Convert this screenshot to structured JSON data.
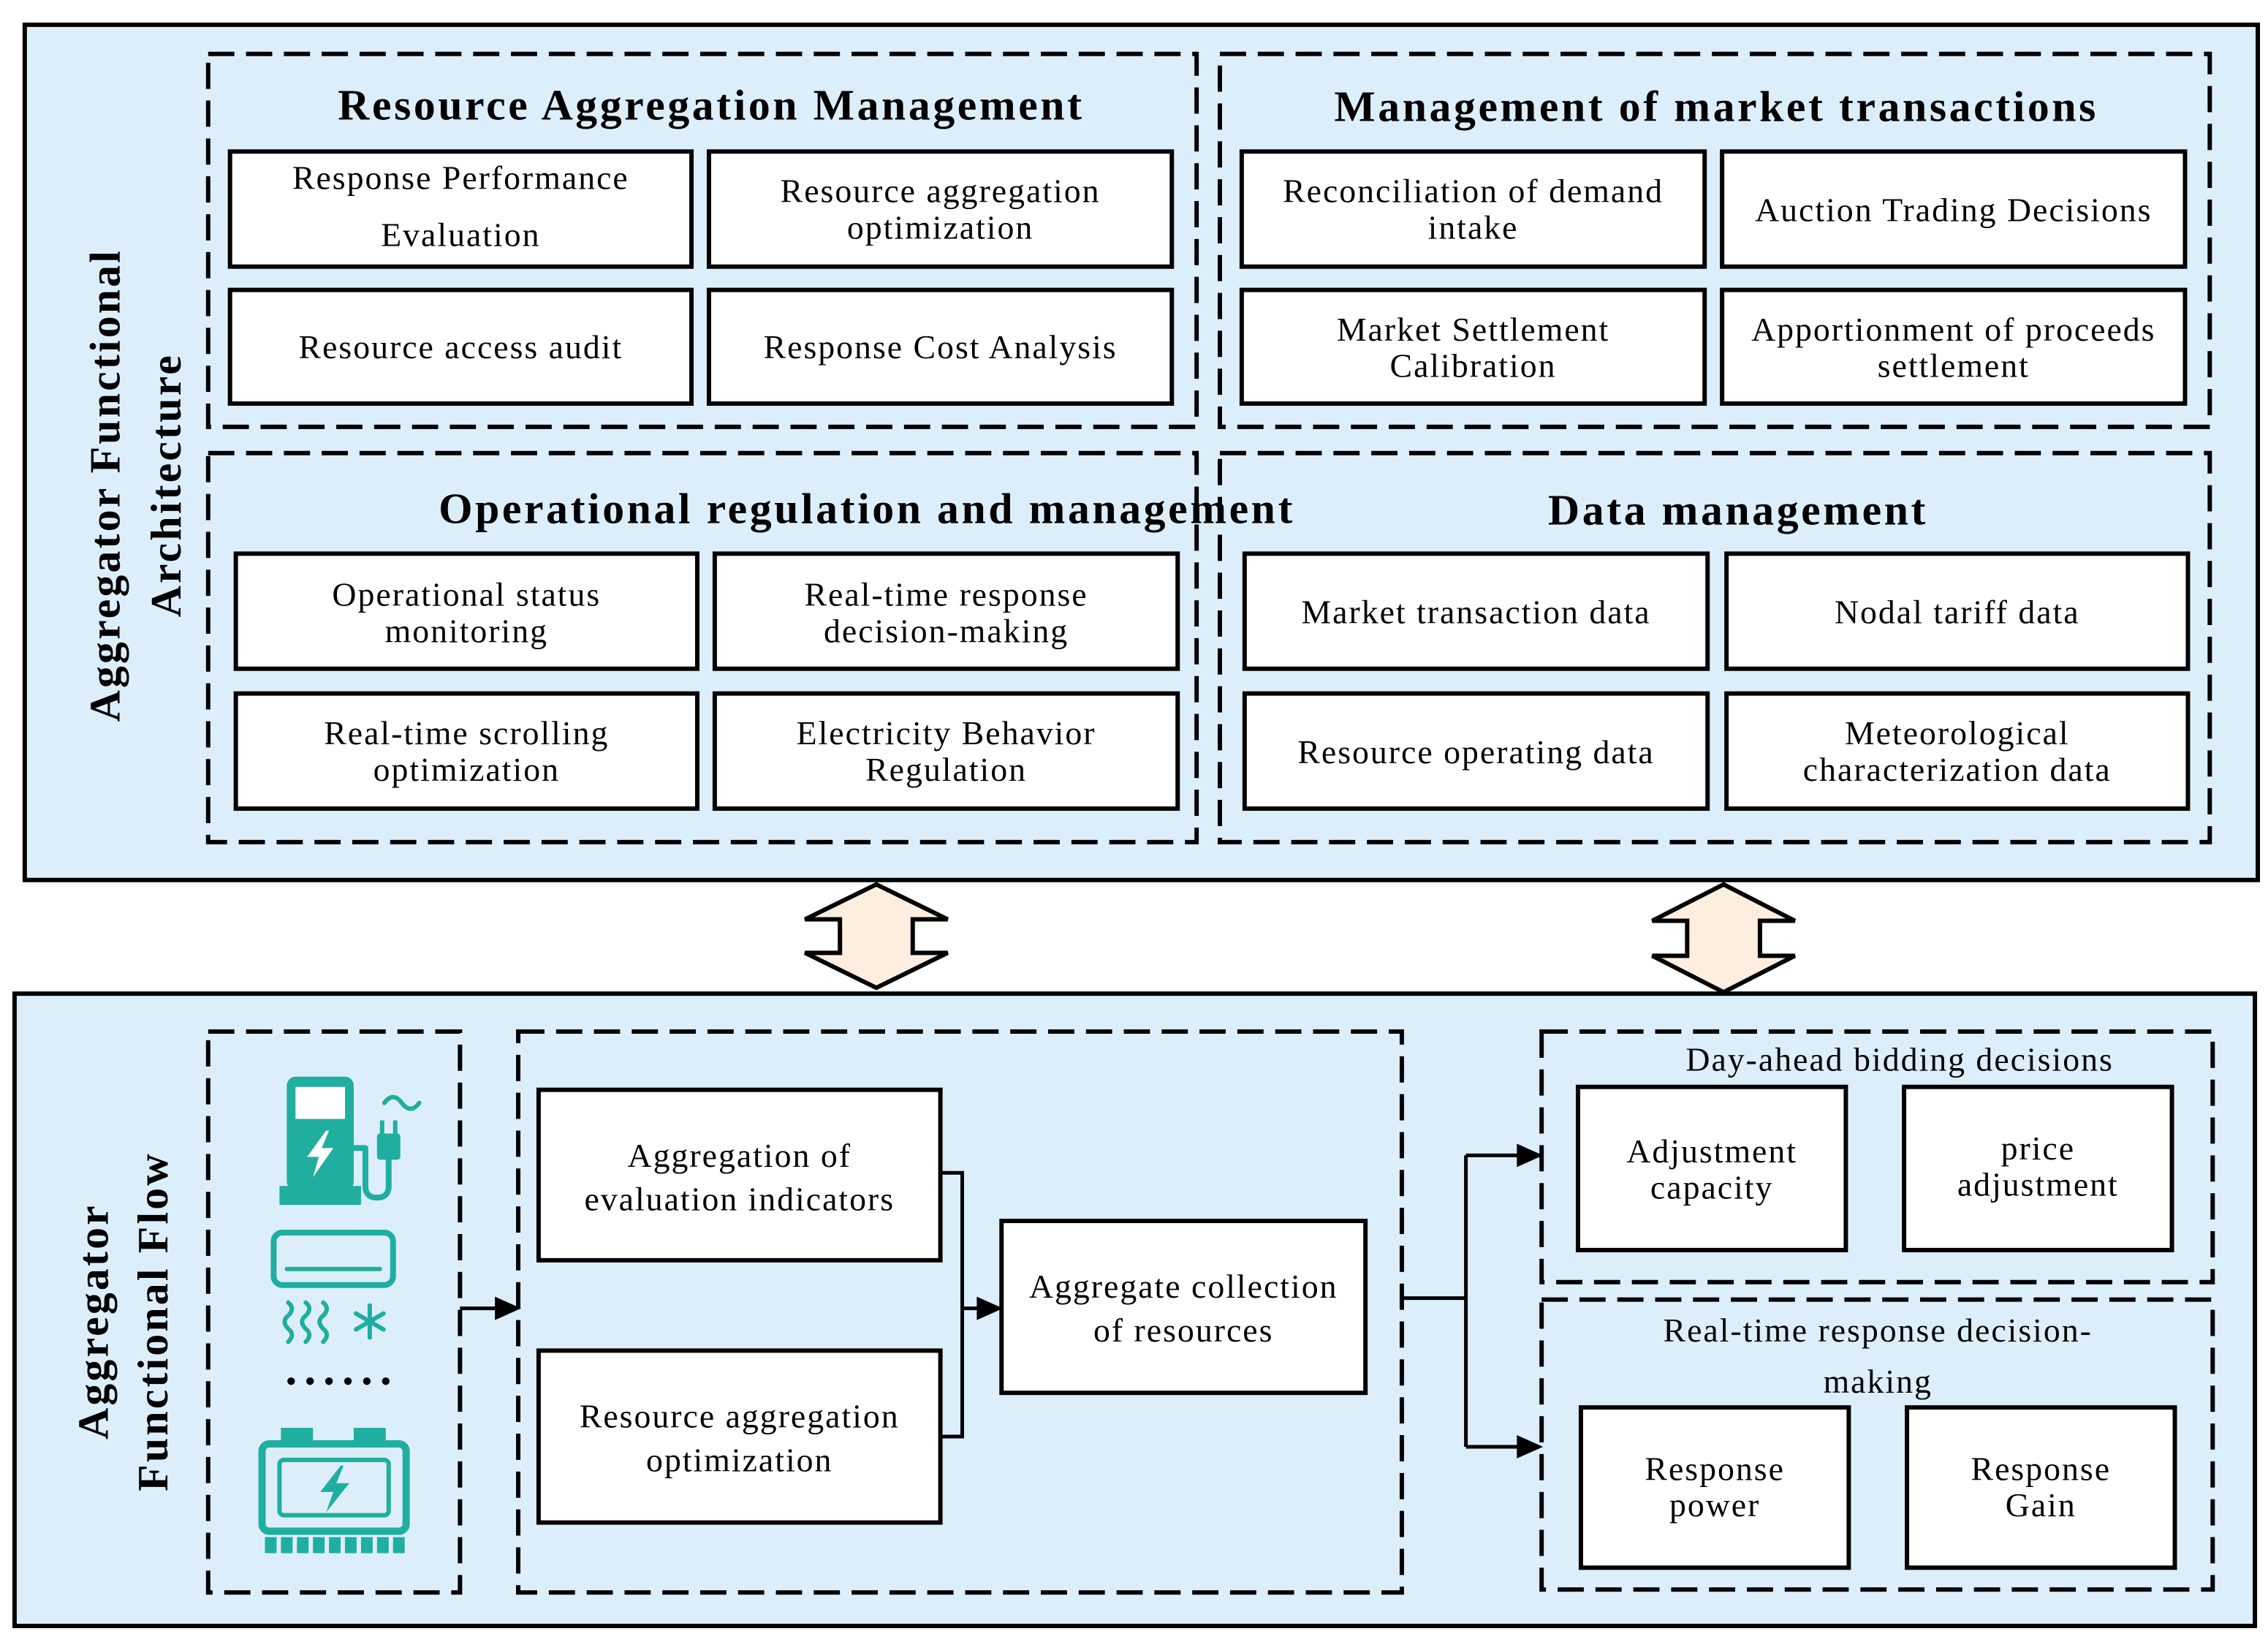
{
  "architecture": {
    "title_lines": [
      "Aggregator Functional",
      "Architecture"
    ],
    "modules": [
      {
        "title": "Resource Aggregation Management",
        "boxes": [
          {
            "lines": [
              "Response Performance",
              "Evaluation"
            ]
          },
          {
            "lines": [
              "Resource aggregation",
              "optimization"
            ]
          },
          {
            "lines": [
              "Resource access audit"
            ]
          },
          {
            "lines": [
              "Response Cost Analysis"
            ]
          }
        ]
      },
      {
        "title": "Management of market transactions",
        "boxes": [
          {
            "lines": [
              "Reconciliation of demand",
              "intake"
            ]
          },
          {
            "lines": [
              "Auction Trading Decisions"
            ]
          },
          {
            "lines": [
              "Market Settlement",
              "Calibration"
            ]
          },
          {
            "lines": [
              "Apportionment of proceeds",
              "settlement"
            ]
          }
        ]
      },
      {
        "title": "Operational regulation and management",
        "boxes": [
          {
            "lines": [
              "Operational status",
              "monitoring"
            ]
          },
          {
            "lines": [
              "Real-time response",
              "decision-making"
            ]
          },
          {
            "lines": [
              "Real-time scrolling",
              "optimization"
            ]
          },
          {
            "lines": [
              "Electricity Behavior",
              "Regulation"
            ]
          }
        ]
      },
      {
        "title": "Data management",
        "boxes": [
          {
            "lines": [
              "Market transaction data"
            ]
          },
          {
            "lines": [
              "Nodal tariff data"
            ]
          },
          {
            "lines": [
              "Resource operating data"
            ]
          },
          {
            "lines": [
              "Meteorological",
              "characterization data"
            ]
          }
        ]
      }
    ]
  },
  "flow": {
    "title_lines": [
      "Aggregator",
      "Functional Flow"
    ],
    "resource_icons": [
      "ev-charger-icon",
      "air-conditioner-icon",
      "battery-icon"
    ],
    "aggregation_boxes": [
      {
        "lines": [
          "Aggregation of",
          "evaluation indicators"
        ]
      },
      {
        "lines": [
          "Resource aggregation",
          "optimization"
        ]
      }
    ],
    "aggregate_collection": {
      "lines": [
        "Aggregate collection",
        "of resources"
      ]
    },
    "day_ahead": {
      "title": "Day-ahead bidding decisions",
      "boxes": [
        {
          "lines": [
            "Adjustment",
            "capacity"
          ]
        },
        {
          "lines": [
            "price",
            "adjustment"
          ]
        }
      ]
    },
    "real_time": {
      "title_lines": [
        "Real-time response decision-",
        "making"
      ],
      "boxes": [
        {
          "lines": [
            "Response",
            "power"
          ]
        },
        {
          "lines": [
            "Response",
            "Gain"
          ]
        }
      ]
    }
  },
  "colors": {
    "panel_fill": "#ddeefb",
    "icon_teal": "#1fae9f",
    "double_arrow_fill": "#fdeee0"
  }
}
